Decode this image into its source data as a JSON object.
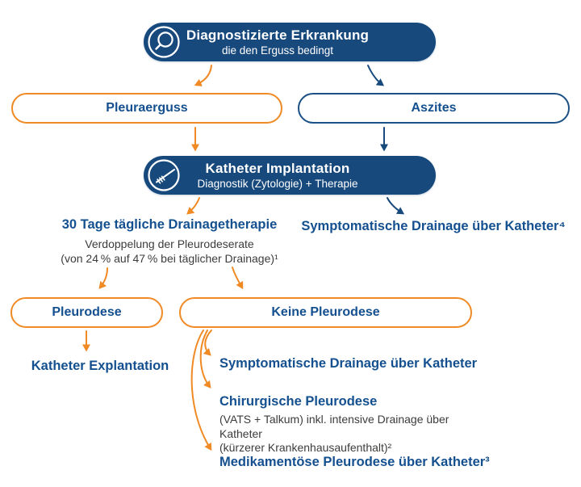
{
  "colors": {
    "navy": "#17497d",
    "blue_text": "#14508f",
    "orange": "#f08a25",
    "gray_text": "#3c3c3b",
    "background": "#ffffff"
  },
  "nodes": {
    "diagnosis": {
      "title": "Diagnostizierte Erkrankung",
      "subtitle": "die den Erguss bedingt",
      "icon": "magnifier-icon"
    },
    "pleuraerguss": {
      "label": "Pleuraerguss"
    },
    "aszites": {
      "label": "Aszites"
    },
    "implantation": {
      "title": "Katheter Implantation",
      "subtitle": "Diagnostik (Zytologie) + Therapie",
      "icon": "catheter-icon"
    },
    "drainagetherapie": {
      "title": "30 Tage tägliche Drainagetherapie",
      "note_line1": "Verdoppelung der Pleurodeserate",
      "note_line2": "(von 24 % auf 47 % bei täglicher Drainage)¹"
    },
    "symptomatische_drainage_4": {
      "label": "Symptomatische Drainage über Katheter⁴"
    },
    "pleurodese": {
      "label": "Pleurodese"
    },
    "keine_pleurodese": {
      "label": "Keine Pleurodese"
    },
    "katheter_explantation": {
      "label": "Katheter Explantation"
    },
    "symptomatische_drainage": {
      "label": "Symptomatische Drainage über Katheter"
    },
    "chirurgische_pleurodese": {
      "title": "Chirurgische Pleurodese",
      "note_line1": "(VATS + Talkum) inkl. intensive Drainage über Katheter",
      "note_line2": "(kürzerer Krankenhausaufenthalt)²"
    },
    "medikamentoese_pleurodese": {
      "label": "Medikamentöse Pleurodese über Katheter³"
    }
  }
}
